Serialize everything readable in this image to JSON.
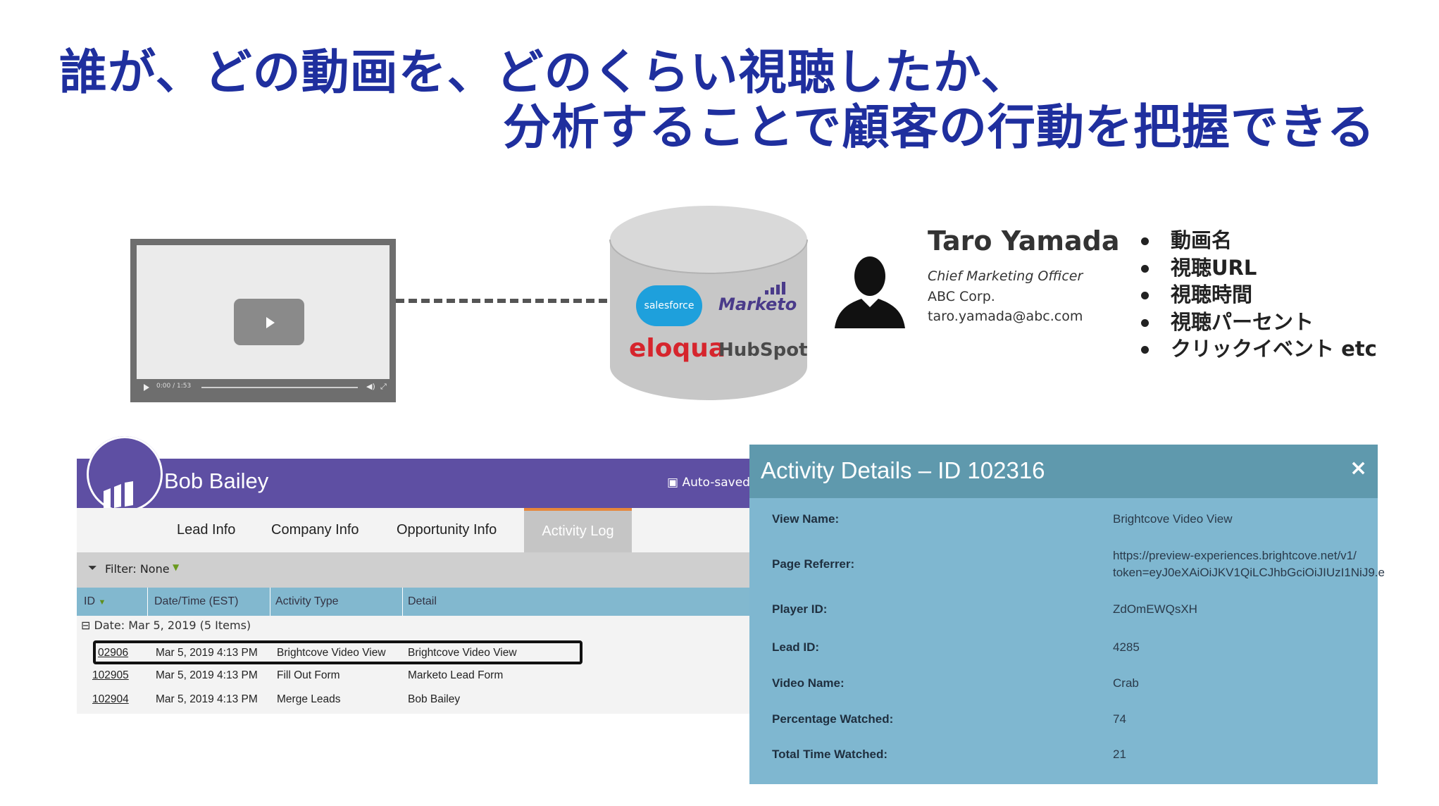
{
  "headline": {
    "line1": "誰が、どの動画を、どのくらい視聴したか、",
    "line2": "分析することで顧客の行動を把握できる"
  },
  "colors": {
    "headline": "#1f2f9e",
    "marketo_purple": "#5e4fa3",
    "activity_teal": "#5f99ad",
    "activity_bg": "#7fb7d0",
    "orange_tab": "#e7873a"
  },
  "player": {
    "time": "0:00 / 1:53",
    "icons": [
      "play-icon",
      "volume-icon",
      "fullscreen-icon"
    ]
  },
  "database": {
    "logos": {
      "salesforce": "salesforce",
      "marketo": "Marketo",
      "eloqua": "eloqua",
      "hubspot": "HubSpot"
    }
  },
  "person": {
    "name": "Taro Yamada",
    "title": "Chief Marketing Officer",
    "company": "ABC Corp.",
    "email": "taro.yamada@abc.com"
  },
  "bullets": [
    "動画名",
    "視聴URL",
    "視聴時間",
    "視聴パーセント",
    "クリックイベント etc"
  ],
  "marketo": {
    "lead_name": "Bob Bailey",
    "autosave": "Auto-saved:",
    "tabs": [
      "Lead Info",
      "Company Info",
      "Opportunity Info",
      "Activity Log"
    ],
    "active_tab": "Activity Log",
    "filter": "Filter: None",
    "columns": [
      "ID",
      "Date/Time (EST)",
      "Activity Type",
      "Detail"
    ],
    "group": "Date: Mar 5, 2019 (5 Items)",
    "rows": [
      {
        "id": "02906",
        "datetime": "Mar 5, 2019 4:13 PM",
        "type": "Brightcove Video View",
        "detail": "Brightcove Video View"
      },
      {
        "id": "102905",
        "datetime": "Mar 5, 2019 4:13 PM",
        "type": "Fill Out Form",
        "detail": "Marketo Lead Form"
      },
      {
        "id": "102904",
        "datetime": "Mar 5, 2019 4:13 PM",
        "type": "Merge Leads",
        "detail": "Bob Bailey"
      }
    ]
  },
  "activity_details": {
    "title": "Activity Details – ID 102316",
    "close": "×",
    "fields": [
      {
        "label": "View Name:",
        "value": "Brightcove Video View"
      },
      {
        "label": "Page Referrer:",
        "value": "https://preview-experiences.brightcove.net/v1/",
        "value2": "token=eyJ0eXAiOiJKV1QiLCJhbGciOiJIUzI1NiJ9.e"
      },
      {
        "label": "Player ID:",
        "value": "ZdOmEWQsXH"
      },
      {
        "label": "Lead ID:",
        "value": "4285"
      },
      {
        "label": "Video Name:",
        "value": "Crab"
      },
      {
        "label": "Percentage Watched:",
        "value": "74"
      },
      {
        "label": "Total Time Watched:",
        "value": "21"
      }
    ]
  }
}
